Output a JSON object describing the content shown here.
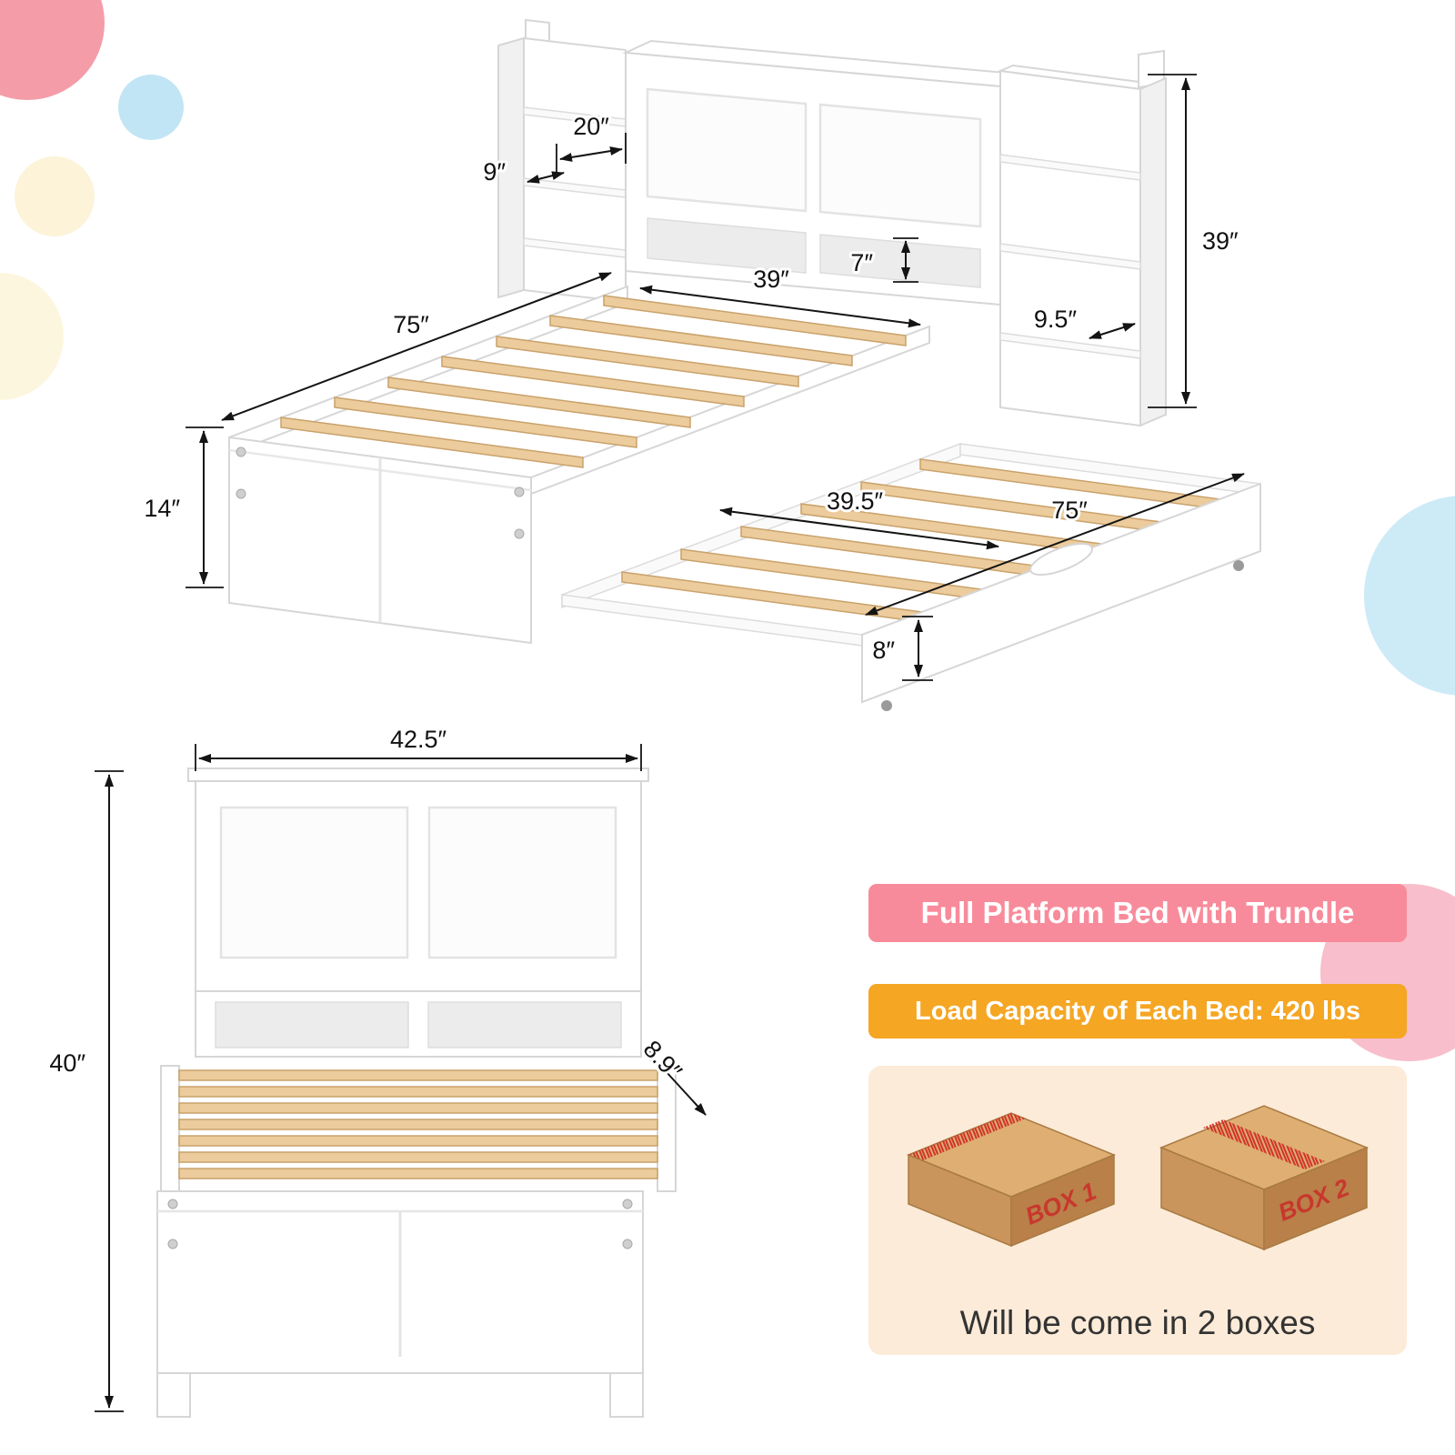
{
  "iso_view": {
    "dims": {
      "shelf_width": "20″",
      "shelf_depth": "9″",
      "headboard_height": "39″",
      "cubby_height": "7″",
      "bed_width": "39″",
      "bed_length": "75″",
      "right_shelf_depth": "9.5″",
      "frame_height": "14″",
      "trundle_width": "39.5″",
      "trundle_length": "75″",
      "trundle_height": "8″"
    }
  },
  "front_view": {
    "dims": {
      "width": "42.5″",
      "height": "40″",
      "depth": "8.9″"
    }
  },
  "info_panel": {
    "title": "Full Platform Bed with Trundle",
    "capacity": "Load Capacity of Each Bed: 420 lbs",
    "box1": "BOX 1",
    "box2": "BOX 2",
    "note": "Will be come in 2 boxes"
  },
  "colors": {
    "banner_pink": "#F88B9B",
    "banner_orange": "#F5A623",
    "panel_cream": "#FCEBD8",
    "slat_wood": "#ECCB9C",
    "furniture_white": "#FFFFFF",
    "cardboard": "#C9955C",
    "box_red": "#C8372D"
  }
}
